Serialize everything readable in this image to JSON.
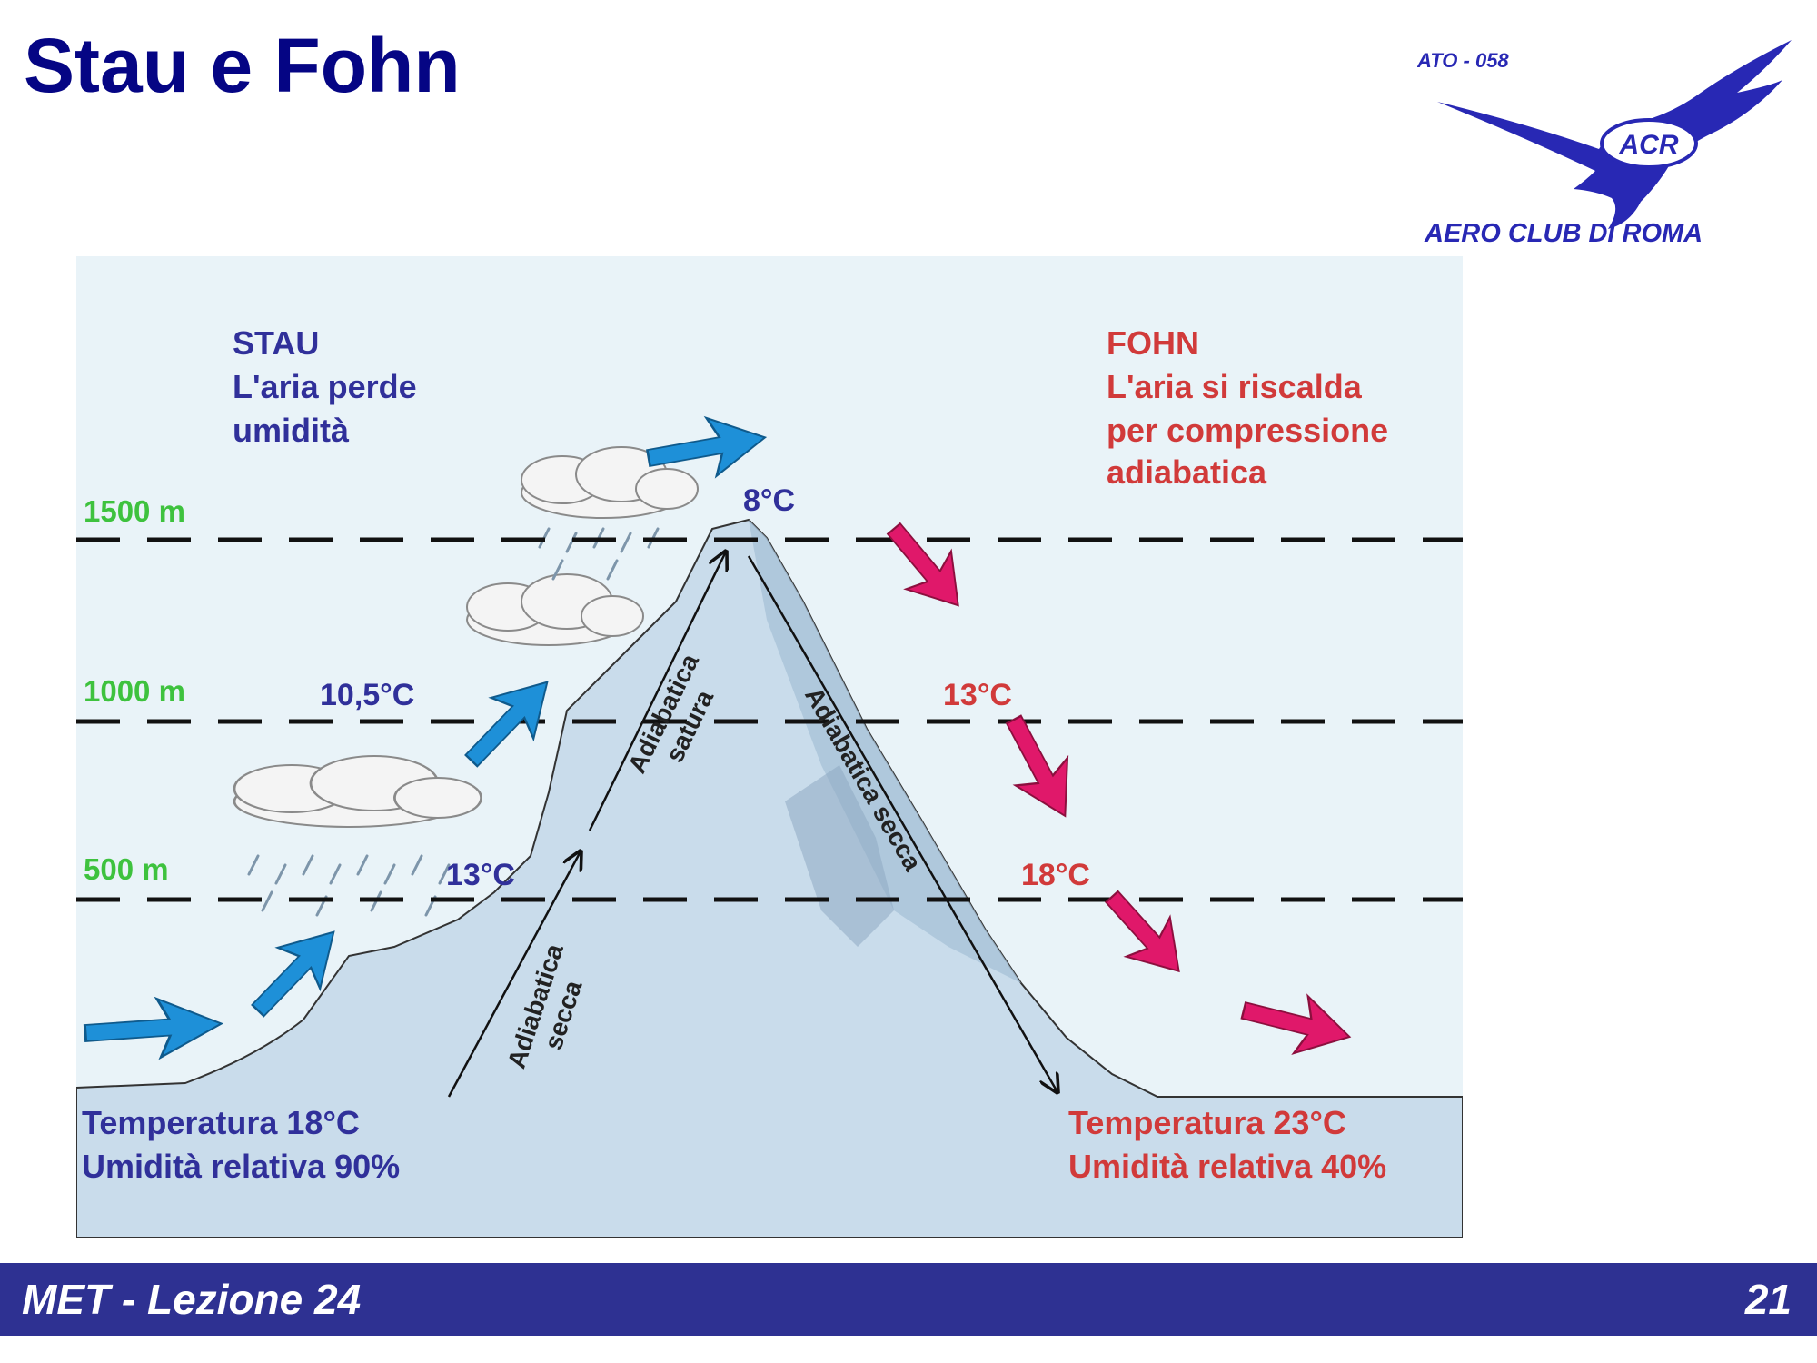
{
  "title": "Stau e Fohn",
  "logo": {
    "code": "ATO - 058",
    "monogram": "ACR",
    "name": "AERO CLUB DI ROMA",
    "color": "#2828b4"
  },
  "diagram": {
    "stau": {
      "heading": "STAU",
      "lines": [
        "L'aria perde",
        "umidità"
      ],
      "color": "#30309a"
    },
    "fohn": {
      "heading": "FOHN",
      "lines": [
        "L'aria si riscalda",
        "per compressione",
        "adiabatica"
      ],
      "color": "#d13a3a"
    },
    "altitudes": [
      "1500 m",
      "1000 m",
      "500 m"
    ],
    "altitude_color": "#3ec23e",
    "temperatures": {
      "peak": "8°C",
      "windward_1000": "10,5°C",
      "windward_500": "13°C",
      "leeward_1000": "13°C",
      "leeward_500": "18°C"
    },
    "processes": {
      "wet_ascent": [
        "Adiabatica",
        "satura"
      ],
      "dry_descent": "Adiabatica secca",
      "dry_ascent": [
        "Adiabatica",
        "secca"
      ]
    },
    "bottom_left": [
      "Temperatura 18°C",
      "Umidità relativa 90%"
    ],
    "bottom_right": [
      "Temperatura 23°C",
      "Umidità relativa 40%"
    ],
    "colors": {
      "wind_in": "#1e90d8",
      "wind_out": "#e0186a",
      "background": "#e9f3f8",
      "mountain": "#c9dceb",
      "cloud": "#f4f4f4"
    }
  },
  "footer": {
    "left": "MET - Lezione 24",
    "right": "21"
  }
}
